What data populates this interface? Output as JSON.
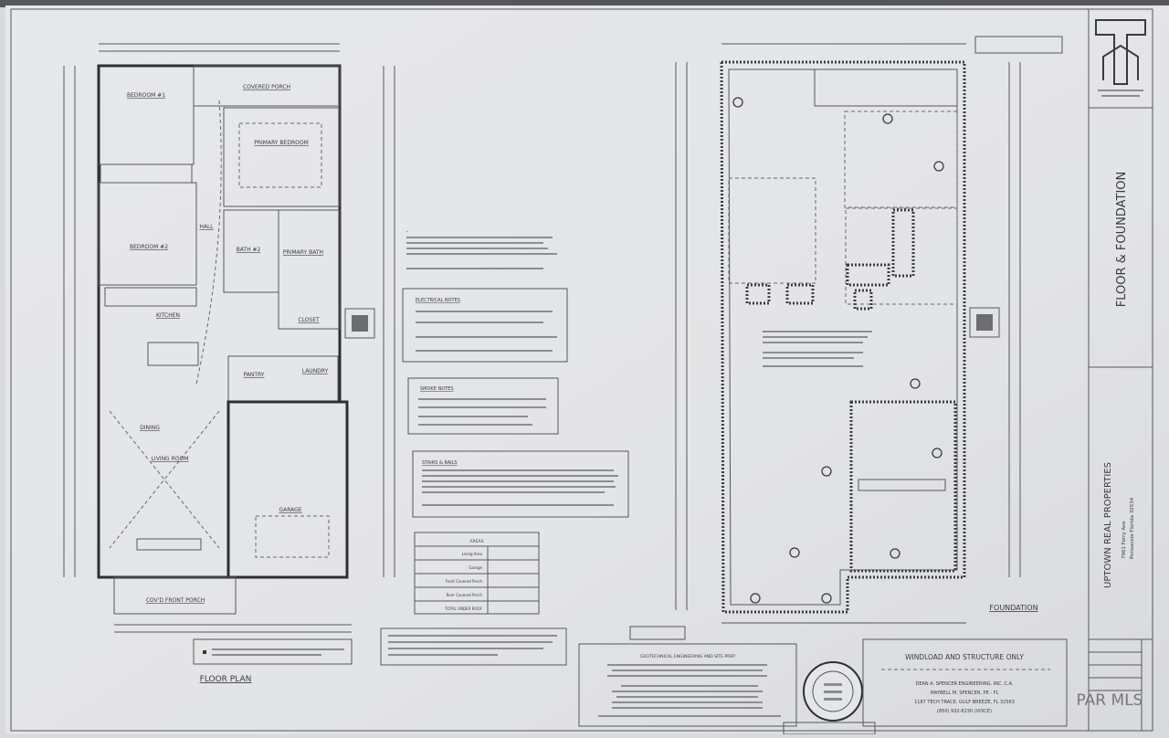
{
  "sheet": {
    "title": "FLOOR & FOUNDATION",
    "client": "UPTOWN REAL PROPERTIES",
    "address_line1": "7961 Ferry Ave",
    "address_line2": "Pensacola Florida 32534",
    "watermark": "PAR MLS"
  },
  "floor_plan": {
    "title": "FLOOR PLAN",
    "rooms": {
      "bedroom1": "BEDROOM #1",
      "covered_porch": "COVERED PORCH",
      "primary_bedroom": "PRIMARY BEDROOM",
      "bedroom2": "BEDROOM #2",
      "hall": "HALL",
      "bath2": "BATH #2",
      "primary_bath": "PRIMARY BATH",
      "kitchen": "KITCHEN",
      "pantry": "PANTRY",
      "laundry": "LAUNDRY",
      "closet": "CLOSET",
      "dining": "DINING",
      "living_room": "LIVING ROOM",
      "garage": "GARAGE",
      "front_porch": "COV'D FRONT PORCH"
    }
  },
  "foundation": {
    "title": "FOUNDATION"
  },
  "notes": {
    "electrical": "ELECTRICAL NOTES",
    "smoke": "SMOKE NOTES",
    "stairs": "STAIRS & RAILS"
  },
  "area_table": {
    "title": "AREAS",
    "rows": [
      "Living Area",
      "Garage",
      "Front Covered Porch",
      "Rear Covered Porch",
      "TOTAL UNDER ROOF"
    ]
  },
  "engineering": {
    "geotech_title": "GEOTECHNICAL ENGINEERING AND SITE-PREP",
    "windload_title": "WINDLOAD AND STRUCTURE ONLY",
    "engineer_line1": "DEAN A. SPENCER ENGINEERING, INC. C.A.",
    "engineer_line2": "MAYBELL M. SPENCER, PE - FL",
    "engineer_line3": "1187 TECH TRACE, GULF BREEZE, FL 32563",
    "engineer_line4": "(850) 932-8230 (VOICE)"
  }
}
